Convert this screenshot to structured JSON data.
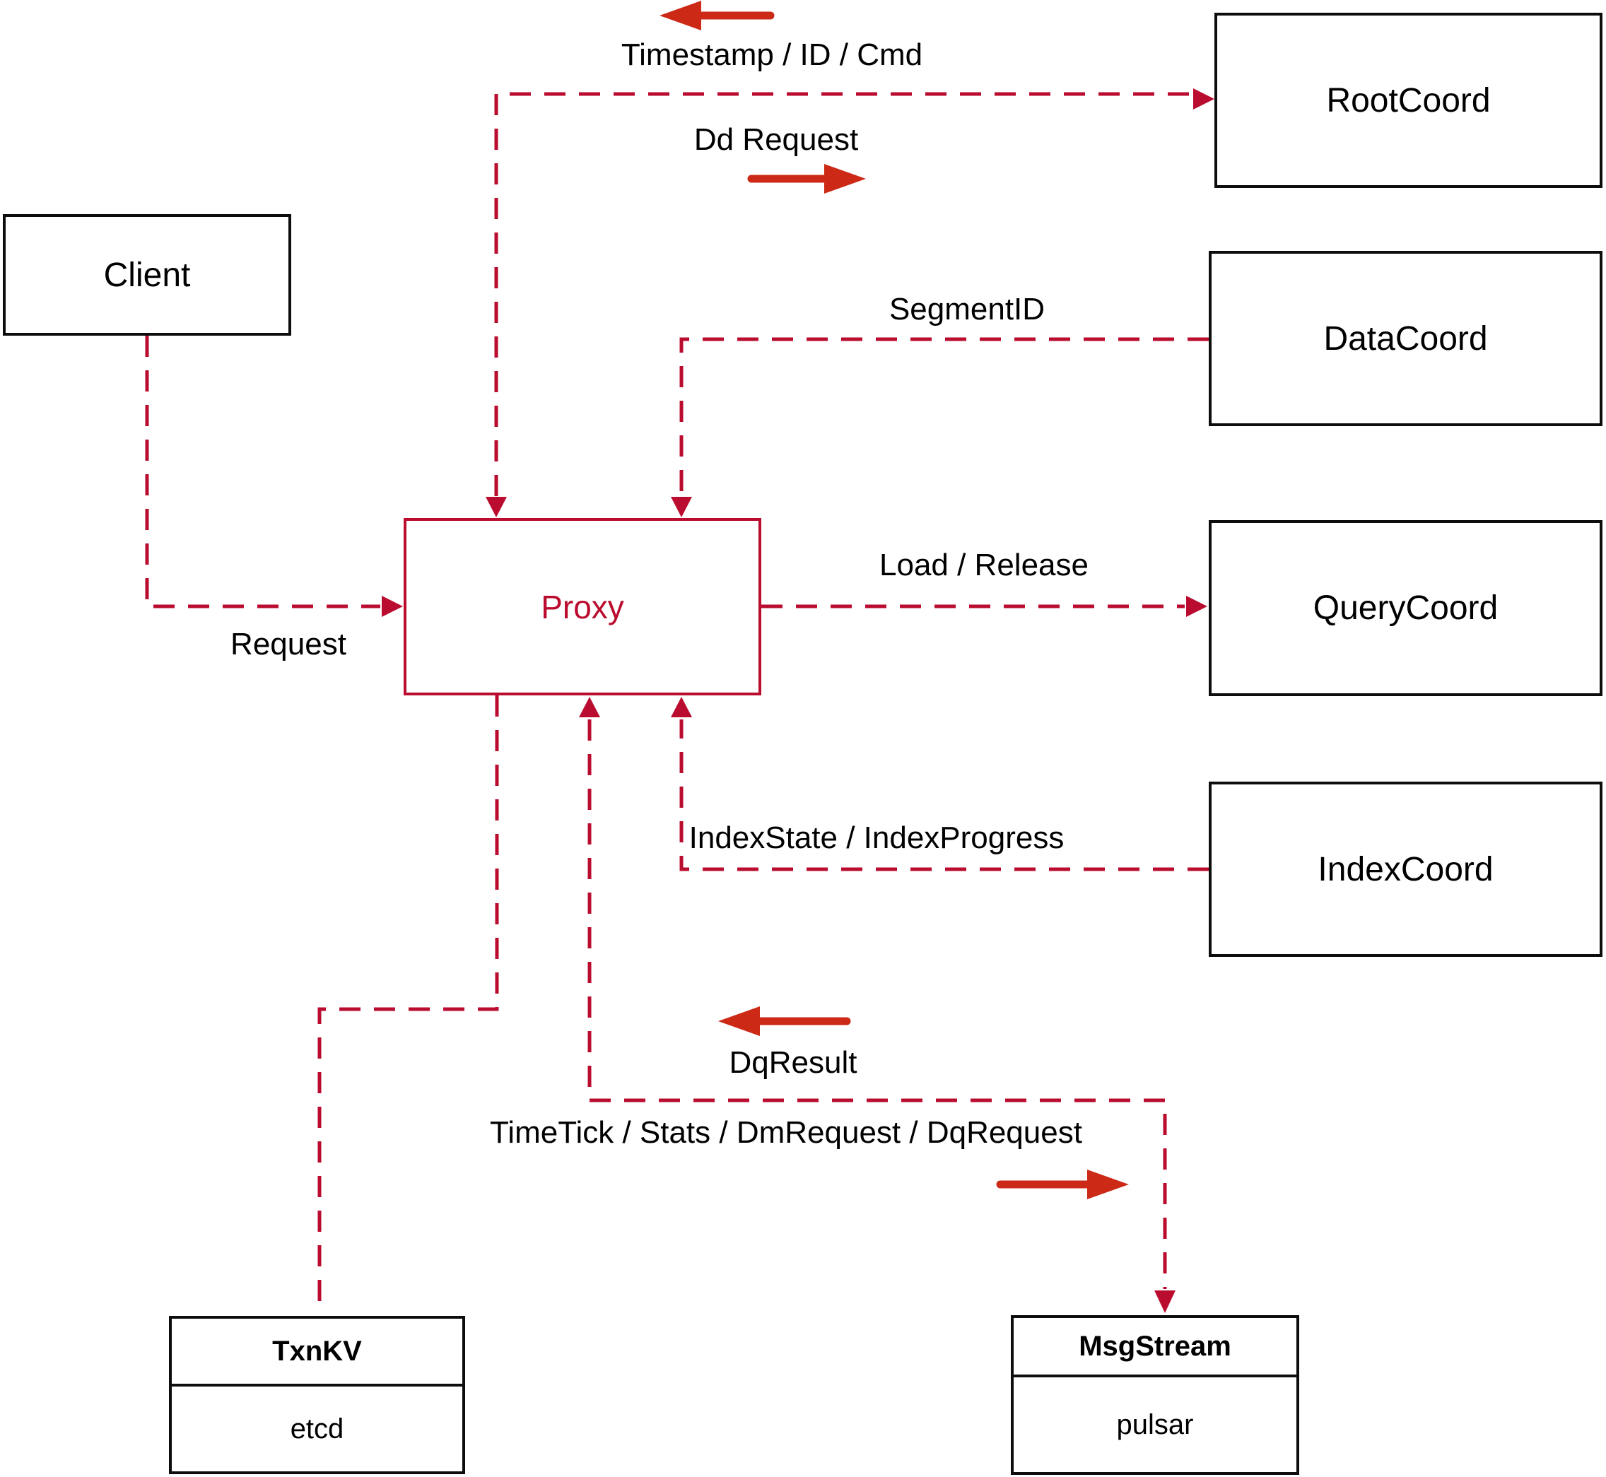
{
  "nodes": {
    "client": {
      "label": "Client"
    },
    "proxy": {
      "label": "Proxy"
    },
    "root_coord": {
      "label": "RootCoord"
    },
    "data_coord": {
      "label": "DataCoord"
    },
    "query_coord": {
      "label": "QueryCoord"
    },
    "index_coord": {
      "label": "IndexCoord"
    },
    "txn_kv": {
      "title": "TxnKV",
      "impl": "etcd"
    },
    "msg_stream": {
      "title": "MsgStream",
      "impl": "pulsar"
    }
  },
  "edge_labels": {
    "timestamp_id_cmd": "Timestamp / ID / Cmd",
    "dd_request": "Dd Request",
    "segment_id": "SegmentID",
    "request": "Request",
    "load_release": "Load / Release",
    "index_state": "IndexState / IndexProgress",
    "dq_result": "DqResult",
    "timetick": "TimeTick / Stats / DmRequest / DqRequest"
  },
  "colors": {
    "connector_red": "#ba0c2f",
    "solid_arrow_red": "#cc2917",
    "box_border": "#0d0d0d",
    "text": "#000000",
    "background": "#ffffff"
  }
}
